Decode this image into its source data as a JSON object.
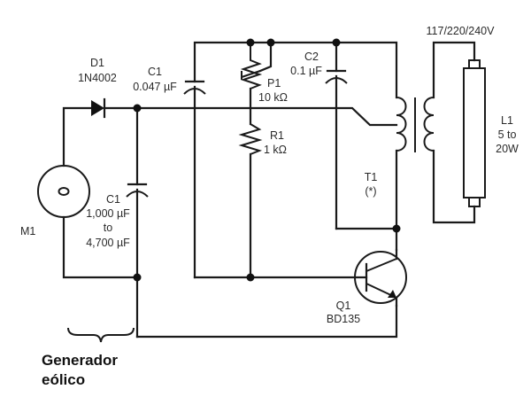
{
  "diagram": {
    "title": "Wind generator fluorescent lamp inverter",
    "caption": [
      "Generador",
      "eólico"
    ],
    "components": {
      "D1": {
        "ref": "D1",
        "value": "1N4002",
        "type": "diode"
      },
      "C1_top": {
        "ref": "C1",
        "value": "0.047 µF",
        "type": "capacitor"
      },
      "P1": {
        "ref": "P1",
        "value": "10 kΩ",
        "type": "potentiometer"
      },
      "R1": {
        "ref": "R1",
        "value": "1 kΩ",
        "type": "resistor"
      },
      "C2": {
        "ref": "C2",
        "value": "0.1 µF",
        "type": "capacitor"
      },
      "T1": {
        "ref": "T1",
        "value": "(*)",
        "type": "transformer"
      },
      "L1": {
        "ref": "L1",
        "value_lines": [
          "5 to",
          "20W"
        ],
        "type": "fluorescent-lamp"
      },
      "Q1": {
        "ref": "Q1",
        "value": "BD135",
        "type": "npn-transistor"
      },
      "M1": {
        "ref": "M1",
        "type": "motor-generator"
      },
      "C1_bottom": {
        "ref": "C1",
        "value_lines": [
          "1,000 µF",
          "to",
          "4,700 µF"
        ],
        "type": "electrolytic-capacitor"
      }
    },
    "voltage_label": "117/220/240V"
  }
}
